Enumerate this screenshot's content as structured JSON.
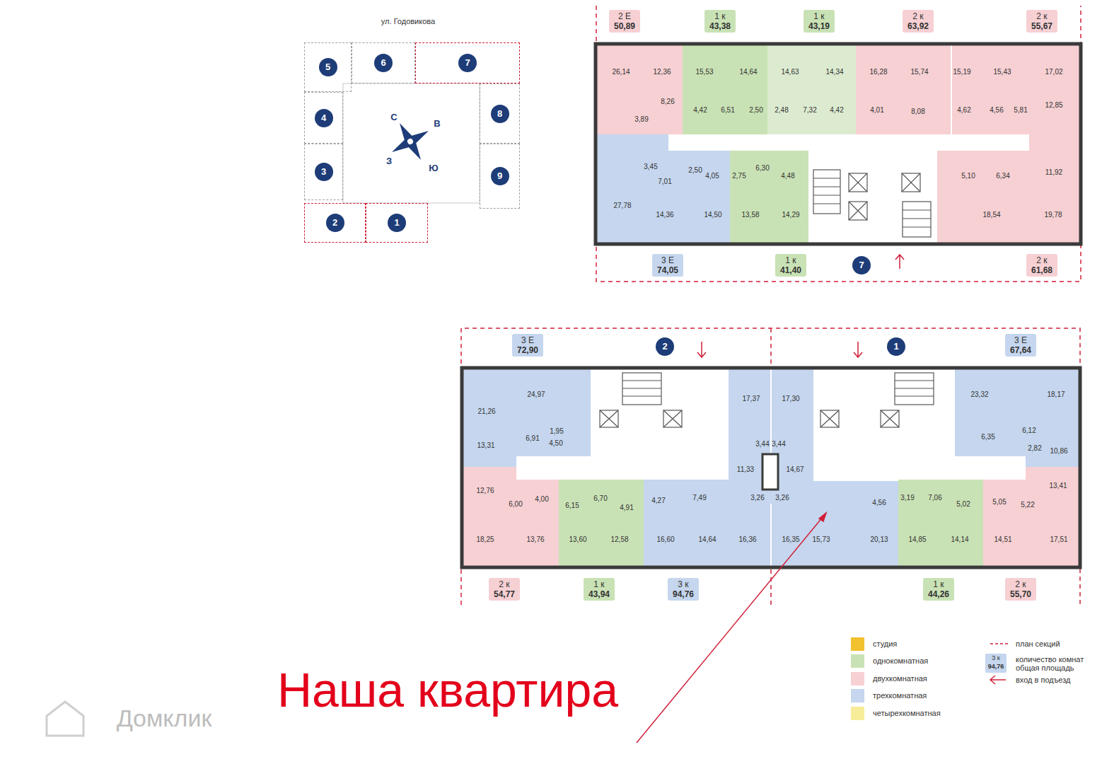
{
  "diagram": {
    "nodes": [
      {
        "text": [
          "5"
        ]
      },
      {
        "text": [
          "6"
        ]
      },
      {
        "text": [
          "7"
        ]
      },
      {
        "text": [
          "4"
        ]
      },
      {
        "text": [
          "8"
        ]
      },
      {
        "text": [
          "3"
        ]
      },
      {
        "text": [
          "9"
        ]
      },
      {
        "text": [
          "2"
        ]
      },
      {
        "text": [
          "1"
        ]
      },
      {
        "text": [
          "2 Е",
          "50,89"
        ]
      },
      {
        "text": [
          "1 к",
          "43,38"
        ]
      },
      {
        "text": [
          "1 к",
          "43,19"
        ]
      },
      {
        "text": [
          "2 к",
          "63,92"
        ]
      },
      {
        "text": [
          "2 к",
          "55,67"
        ]
      },
      {
        "text": [
          "3 Е",
          "74,05"
        ]
      },
      {
        "text": [
          "1 к",
          "41,40"
        ]
      },
      {
        "text": [
          "7"
        ]
      },
      {
        "text": [
          "2 к",
          "61,68"
        ]
      },
      {
        "text": [
          "3 Е",
          "72,90"
        ]
      },
      {
        "text": [
          "2"
        ]
      },
      {
        "text": [
          "1"
        ]
      },
      {
        "text": [
          "3 Е",
          "67,64"
        ]
      },
      {
        "text": [
          "2 к",
          "54,77"
        ]
      },
      {
        "text": [
          "1 к",
          "43,94"
        ]
      },
      {
        "text": [
          "3 к",
          "94,76"
        ]
      },
      {
        "text": [
          "1 к",
          "44,26"
        ]
      },
      {
        "text": [
          "2 к",
          "55,70"
        ]
      }
    ],
    "labels": [
      "ул. Годовикова",
      "С",
      "В",
      "З",
      "Ю",
      "26,14",
      "12,36",
      "8,26",
      "3,89",
      "15,53",
      "14,64",
      "4,42",
      "6,51",
      "2,50",
      "14,63",
      "14,34",
      "2,48",
      "7,32",
      "4,42",
      "16,28",
      "15,74",
      "4,01",
      "8,08",
      "15,19",
      "15,43",
      "17,02",
      "4,62",
      "4,56",
      "5,81",
      "12,85",
      "3,45",
      "7,01",
      "2,50",
      "4,05",
      "27,78",
      "14,36",
      "14,50",
      "2,75",
      "6,30",
      "4,48",
      "13,58",
      "14,29",
      "5,10",
      "6,34",
      "11,92",
      "18,54",
      "19,78",
      "21,26",
      "24,97",
      "13,31",
      "6,91",
      "1,95",
      "4,50",
      "12,76",
      "6,00",
      "4,00",
      "18,25",
      "13,76",
      "6,15",
      "6,70",
      "4,91",
      "13,60",
      "12,58",
      "4,27",
      "7,49",
      "16,60",
      "14,64",
      "17,37",
      "3,44",
      "11,33",
      "3,26",
      "16,36",
      "17,30",
      "3,44",
      "14,67",
      "3,26",
      "16,35",
      "15,73",
      "4,56",
      "20,13",
      "23,32",
      "18,17",
      "6,12",
      "6,35",
      "2,82",
      "10,86",
      "3,19",
      "7,06",
      "5,02",
      "13,41",
      "5,05",
      "5,22",
      "14,85",
      "14,14",
      "14,51",
      "17,51",
      "3 к",
      "94,76",
      "Наша квартира",
      "Домклик"
    ],
    "legend": [
      {
        "text": "студия",
        "color": "#f2c12e"
      },
      {
        "text": "однокомнатная",
        "color": "#c9e2b5"
      },
      {
        "text": "двухкомнатная",
        "color": "#f6d0d3"
      },
      {
        "text": "трехкомнатная",
        "color": "#c5d6ee"
      },
      {
        "text": "четырехкомнатная",
        "color": "#f7ec9a"
      },
      {
        "text": "план секций"
      },
      {
        "text": "количество комнат общая площадь"
      },
      {
        "text": "вход в подъезд"
      }
    ]
  }
}
